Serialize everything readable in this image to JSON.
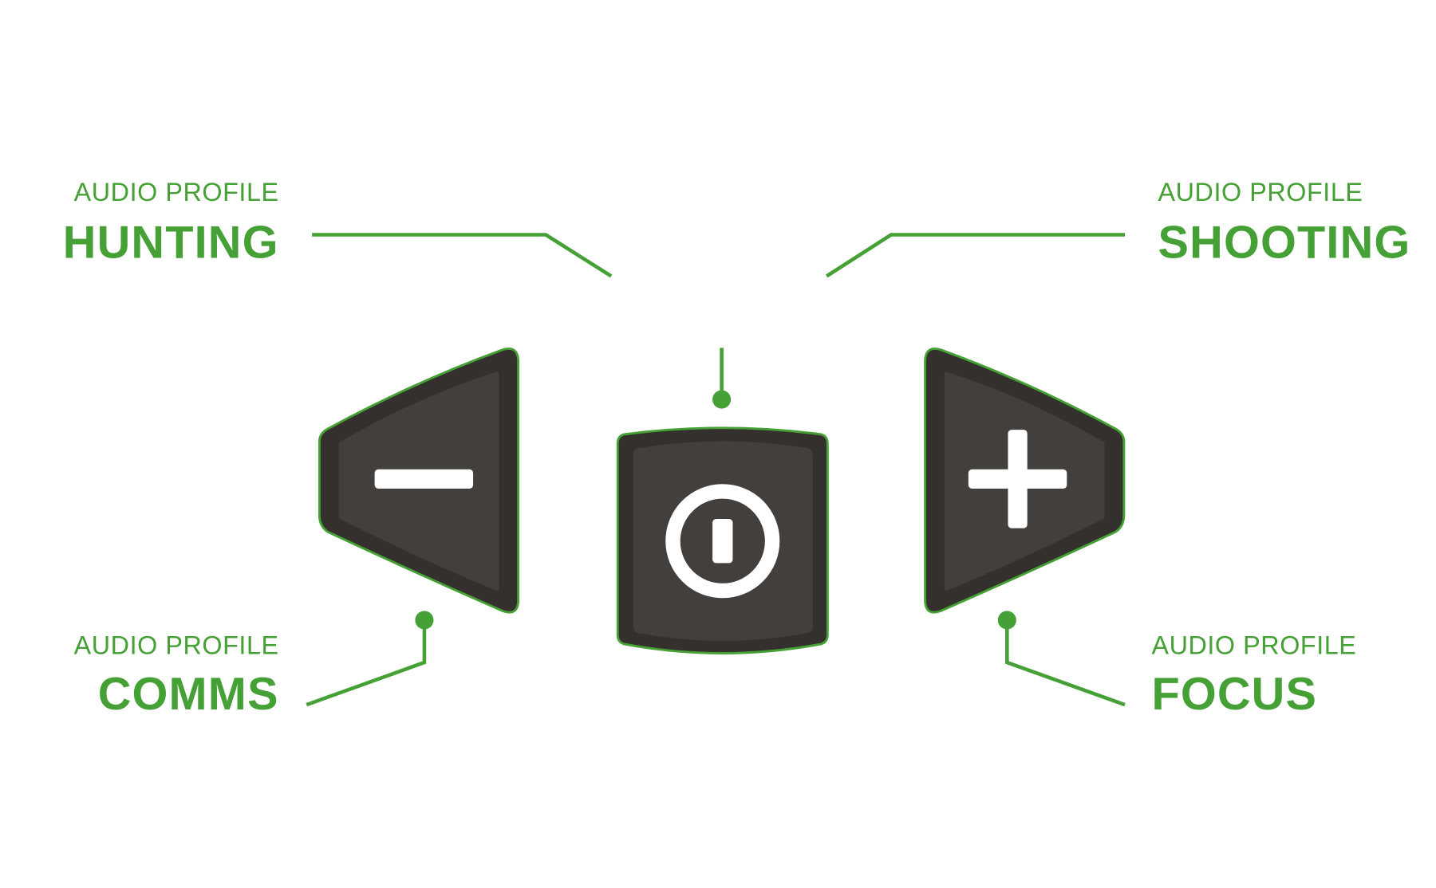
{
  "colors": {
    "accent": "#45a035",
    "button_outer": "#34302d",
    "button_inner": "#433f3c",
    "glyph": "#ffffff"
  },
  "labels": {
    "hunting": {
      "sub": "AUDIO PROFILE",
      "title": "HUNTING"
    },
    "shooting": {
      "sub": "AUDIO PROFILE",
      "title": "SHOOTING"
    },
    "comms": {
      "sub": "AUDIO PROFILE",
      "title": "COMMS"
    },
    "focus": {
      "sub": "AUDIO PROFILE",
      "title": "FOCUS"
    }
  },
  "buttons": {
    "minus": "minus-icon",
    "power": "power-icon",
    "plus": "plus-icon"
  }
}
